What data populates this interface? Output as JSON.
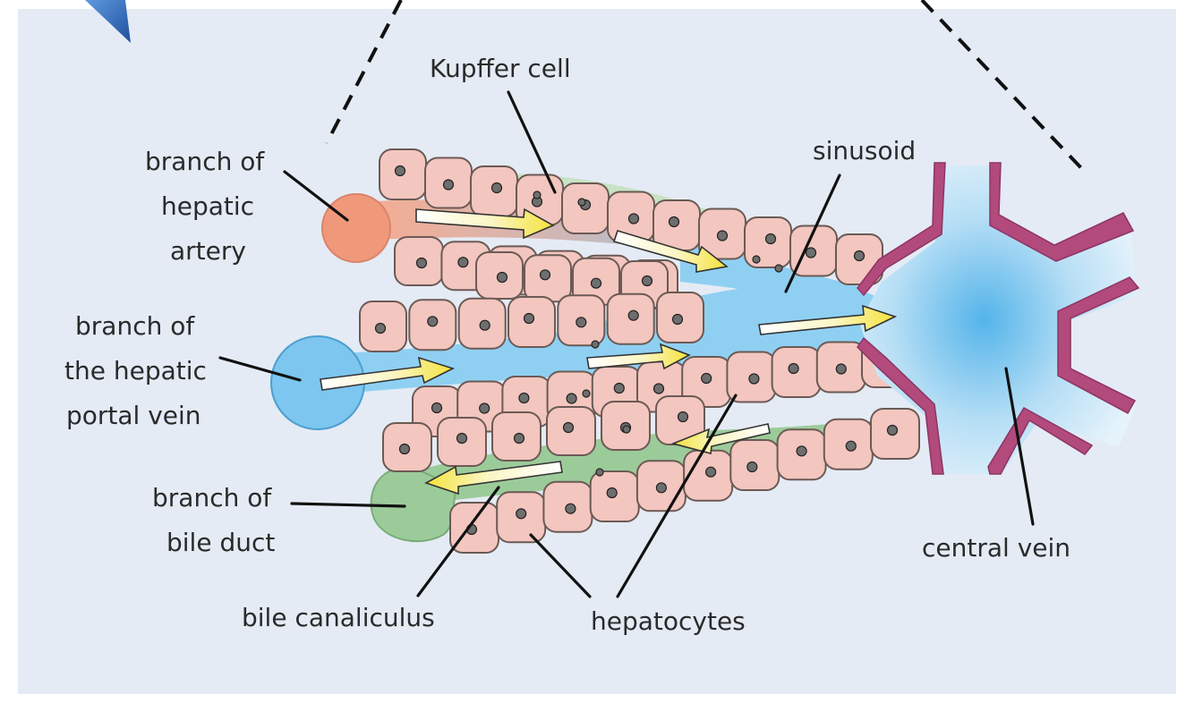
{
  "labels": {
    "kupffer": "Kupffer cell",
    "sinusoid": "sinusoid",
    "artery_1": "branch of",
    "artery_2": "hepatic",
    "artery_3": "artery",
    "portal_1": "branch of",
    "portal_2": "the hepatic",
    "portal_3": "portal vein",
    "bile_1": "branch of",
    "bile_2": "bile duct",
    "canaliculus": "bile canaliculus",
    "hepatocytes": "hepatocytes",
    "central_vein": "central vein"
  },
  "colors": {
    "background": "#e4ebf5",
    "hepatocyte": "#f3c6bf",
    "nucleus": "#6e6e6e",
    "artery": "#f0997a",
    "portal_vein": "#7cc6ef",
    "sinusoid": "#8fd0f2",
    "bile": "#9ccb9a",
    "vein_wall": "#b24a7c",
    "arrow_yellow": "#f4e23c"
  }
}
